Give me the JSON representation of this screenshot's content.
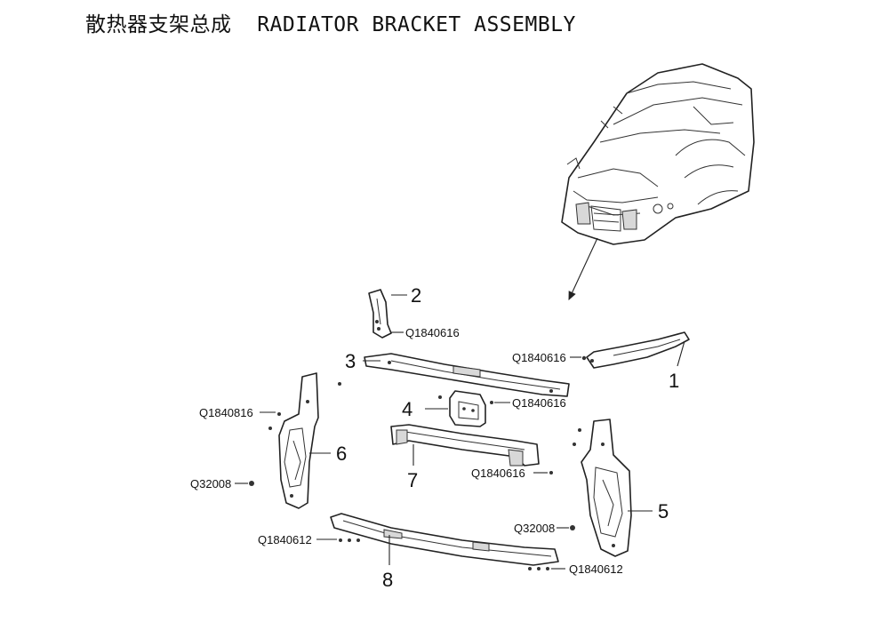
{
  "title": {
    "cn": "散热器支架总成",
    "en": "RADIATOR BRACKET ASSEMBLY"
  },
  "callouts": {
    "n1": "1",
    "n2": "2",
    "n3": "3",
    "n4": "4",
    "n5": "5",
    "n6": "6",
    "n7": "7",
    "n8": "8"
  },
  "fasteners": {
    "q1840616_a": "Q1840616",
    "q1840616_b": "Q1840616",
    "q1840616_c": "Q1840616",
    "q1840616_d": "Q1840616",
    "q1840816": "Q1840816",
    "q32008_a": "Q32008",
    "q32008_b": "Q32008",
    "q1840612_a": "Q1840612",
    "q1840612_b": "Q1840612"
  }
}
